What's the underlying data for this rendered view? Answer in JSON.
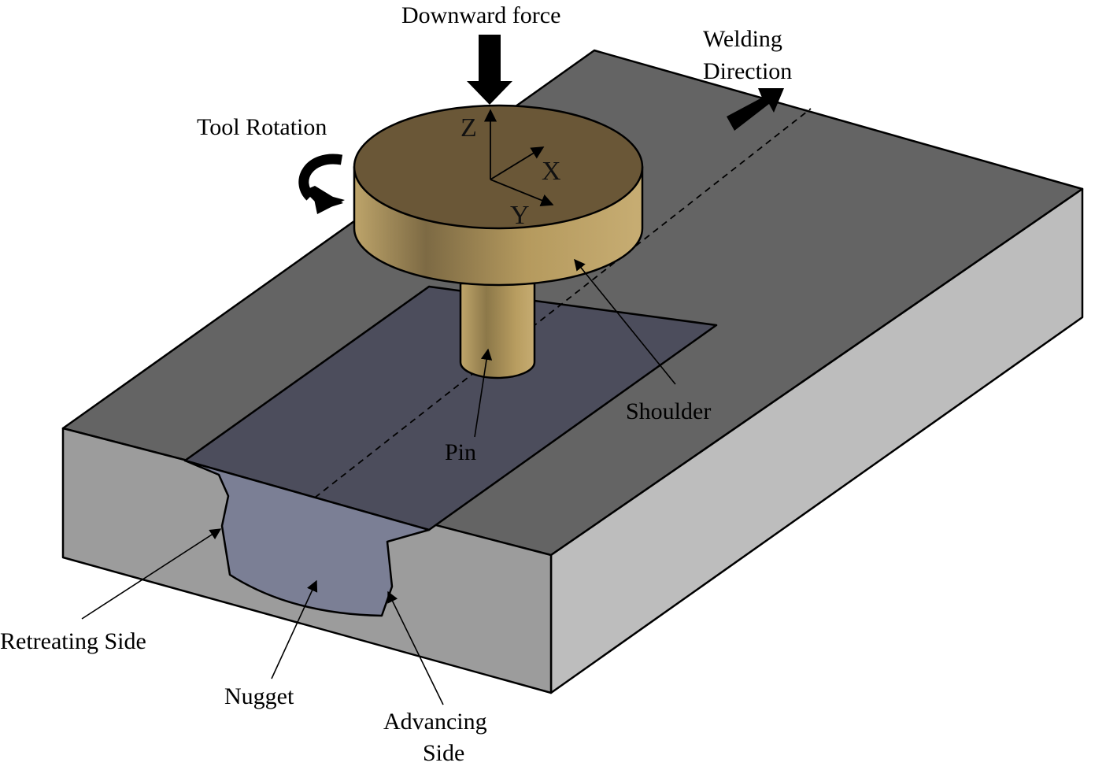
{
  "labels": {
    "downward_force": "Downward force",
    "welding_direction_line1": "Welding",
    "welding_direction_line2": "Direction",
    "tool_rotation": "Tool Rotation",
    "shoulder": "Shoulder",
    "pin": "Pin",
    "retreating_side": "Retreating Side",
    "nugget": "Nugget",
    "advancing_side_line1": "Advancing",
    "advancing_side_line2": "Side",
    "axis_z": "Z",
    "axis_x": "X",
    "axis_y": "Y"
  },
  "colors": {
    "plate_top": "#646464",
    "plate_front": "#9c9c9c",
    "plate_side": "#bdbdbd",
    "weld_zone": "#4c4d5c",
    "nugget": "#7b7f95",
    "tool_top": "#6a5737",
    "tool_side_light": "#c0a56a",
    "tool_side_dark": "#7e6b43"
  }
}
